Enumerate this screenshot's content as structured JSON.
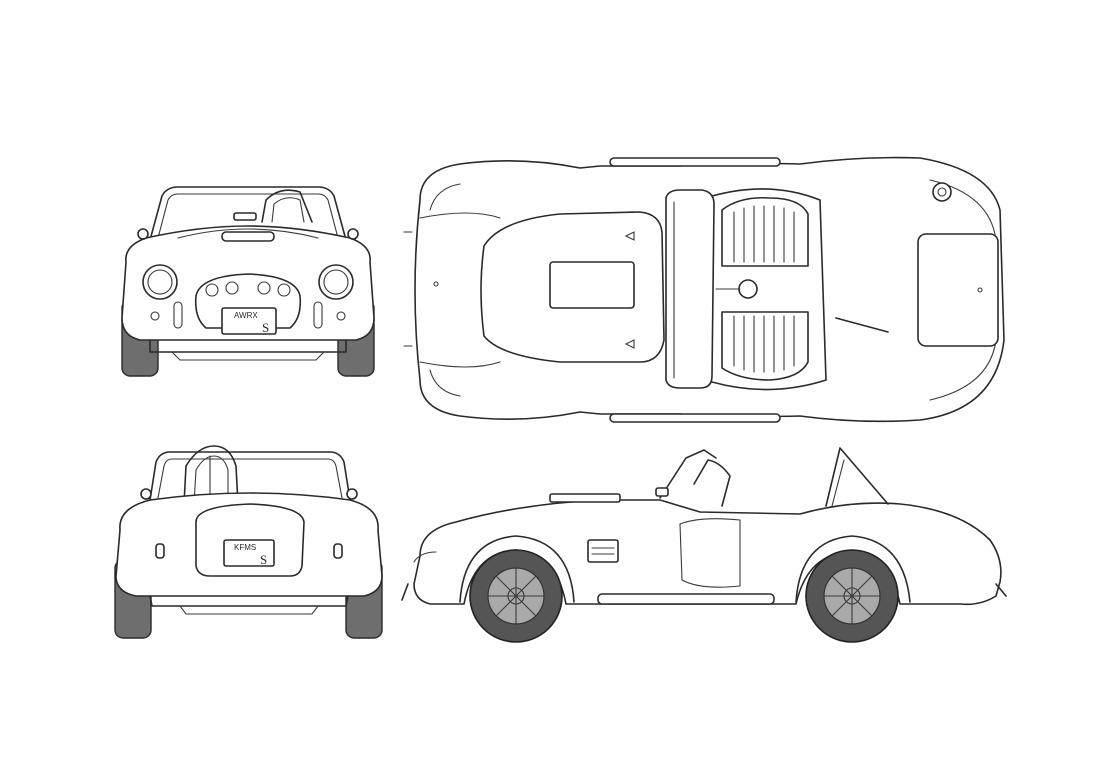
{
  "plates": {
    "front_top": "AWRX",
    "front_bottom": "S",
    "rear_top": "KFMS",
    "rear_bottom": "S"
  },
  "colors": {
    "line": "#2a2a2a",
    "tyre": "#6e6e6e",
    "background": "#ffffff"
  },
  "views": [
    "front-view",
    "top-view",
    "rear-view",
    "side-view"
  ]
}
